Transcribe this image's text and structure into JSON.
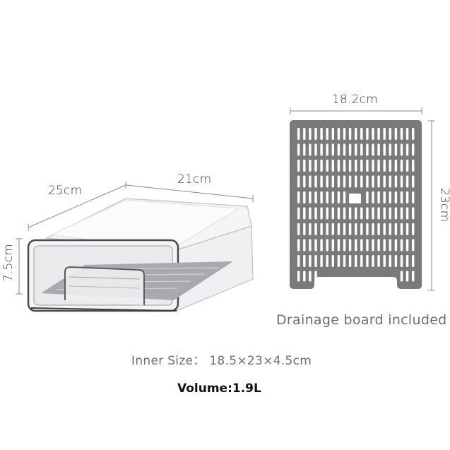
{
  "drawer": {
    "depth_label": "25cm",
    "width_label": "21cm",
    "height_label": "7.5cm"
  },
  "board": {
    "width_label": "18.2cm",
    "height_label": "23cm",
    "caption": "Drainage board included",
    "slot_rows": 10,
    "slot_columns": 21,
    "color": "#7a7a7c"
  },
  "specs": {
    "inner_size": "Inner Size：  18.5×23×4.5cm",
    "volume": "Volume:1.9L"
  },
  "colors": {
    "dimension_line": "#8a8a8a",
    "text": "#3a3a3a",
    "caption": "#6e6e6e"
  }
}
